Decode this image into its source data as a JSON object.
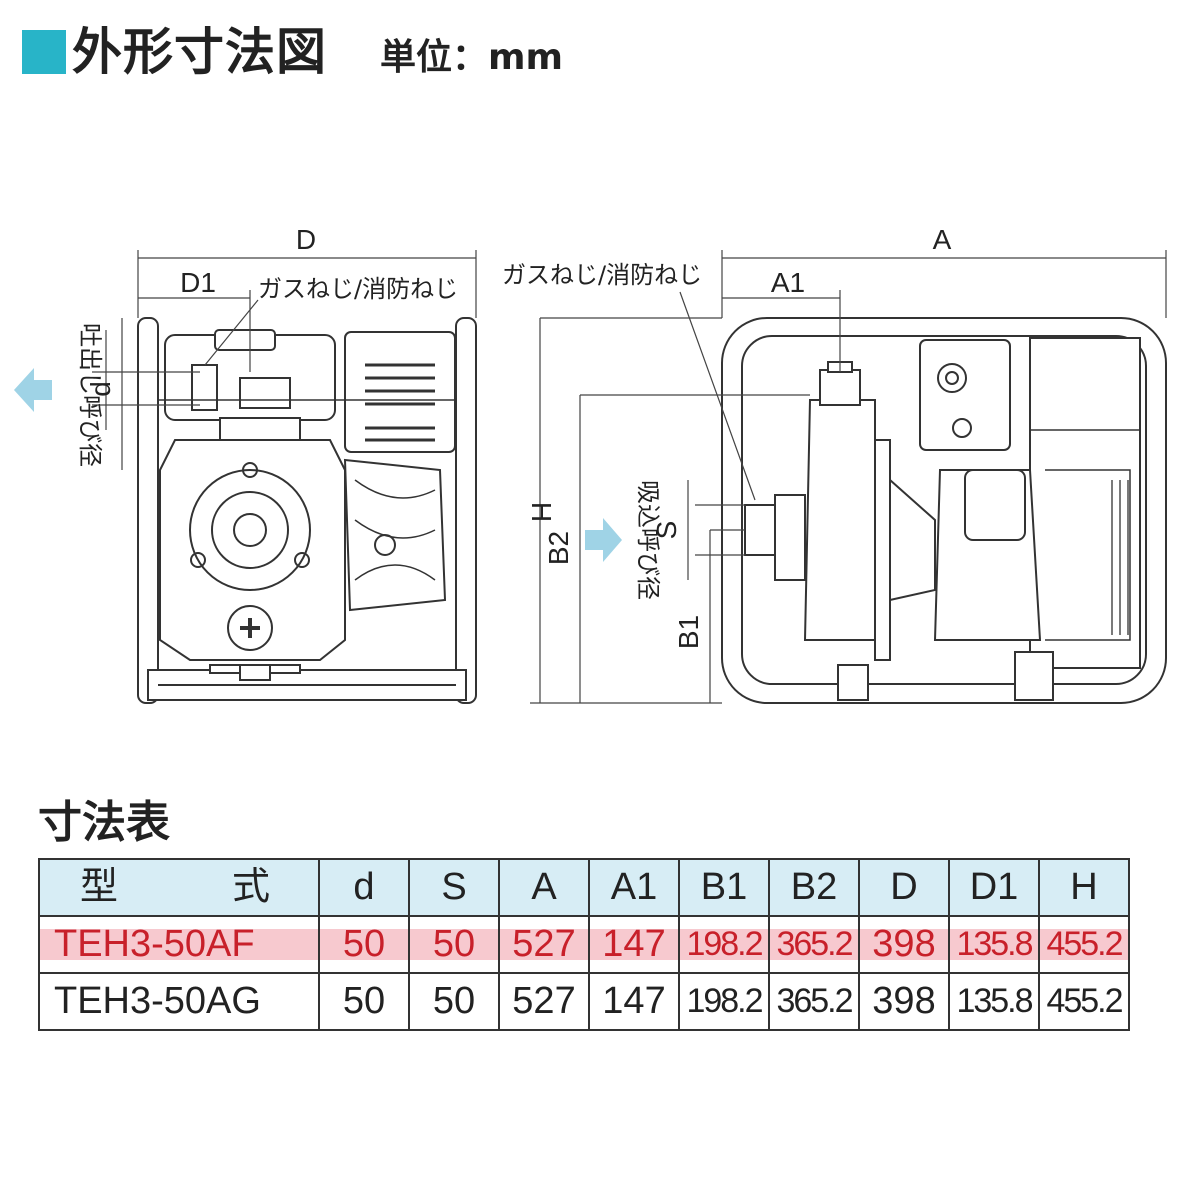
{
  "header": {
    "title": "外形寸法図",
    "unit": "単位：mm"
  },
  "diagram": {
    "front": {
      "dim_D": "D",
      "dim_D1": "D1",
      "dim_d": "d",
      "thread_label": "ガスねじ/消防ねじ",
      "discharge_label": "吐出し呼び径"
    },
    "side": {
      "dim_A": "A",
      "dim_A1": "A1",
      "dim_H": "H",
      "dim_B2": "B2",
      "dim_B1": "B1",
      "dim_S": "S",
      "thread_label": "ガスねじ/消防ねじ",
      "suction_label": "吸込呼び径"
    },
    "colors": {
      "arrow": "#9fd3e6",
      "accent": "#28b4c8",
      "line": "#333333"
    }
  },
  "table": {
    "title": "寸法表",
    "headers": [
      "型　　　式",
      "d",
      "S",
      "A",
      "A1",
      "B1",
      "B2",
      "D",
      "D1",
      "H"
    ],
    "rows": [
      [
        "TEH3-50AF",
        "50",
        "50",
        "527",
        "147",
        "198.2",
        "365.2",
        "398",
        "135.8",
        "455.2"
      ],
      [
        "TEH3-50AG",
        "50",
        "50",
        "527",
        "147",
        "198.2",
        "365.2",
        "398",
        "135.8",
        "455.2"
      ]
    ],
    "highlight_color": "#c8202a"
  }
}
